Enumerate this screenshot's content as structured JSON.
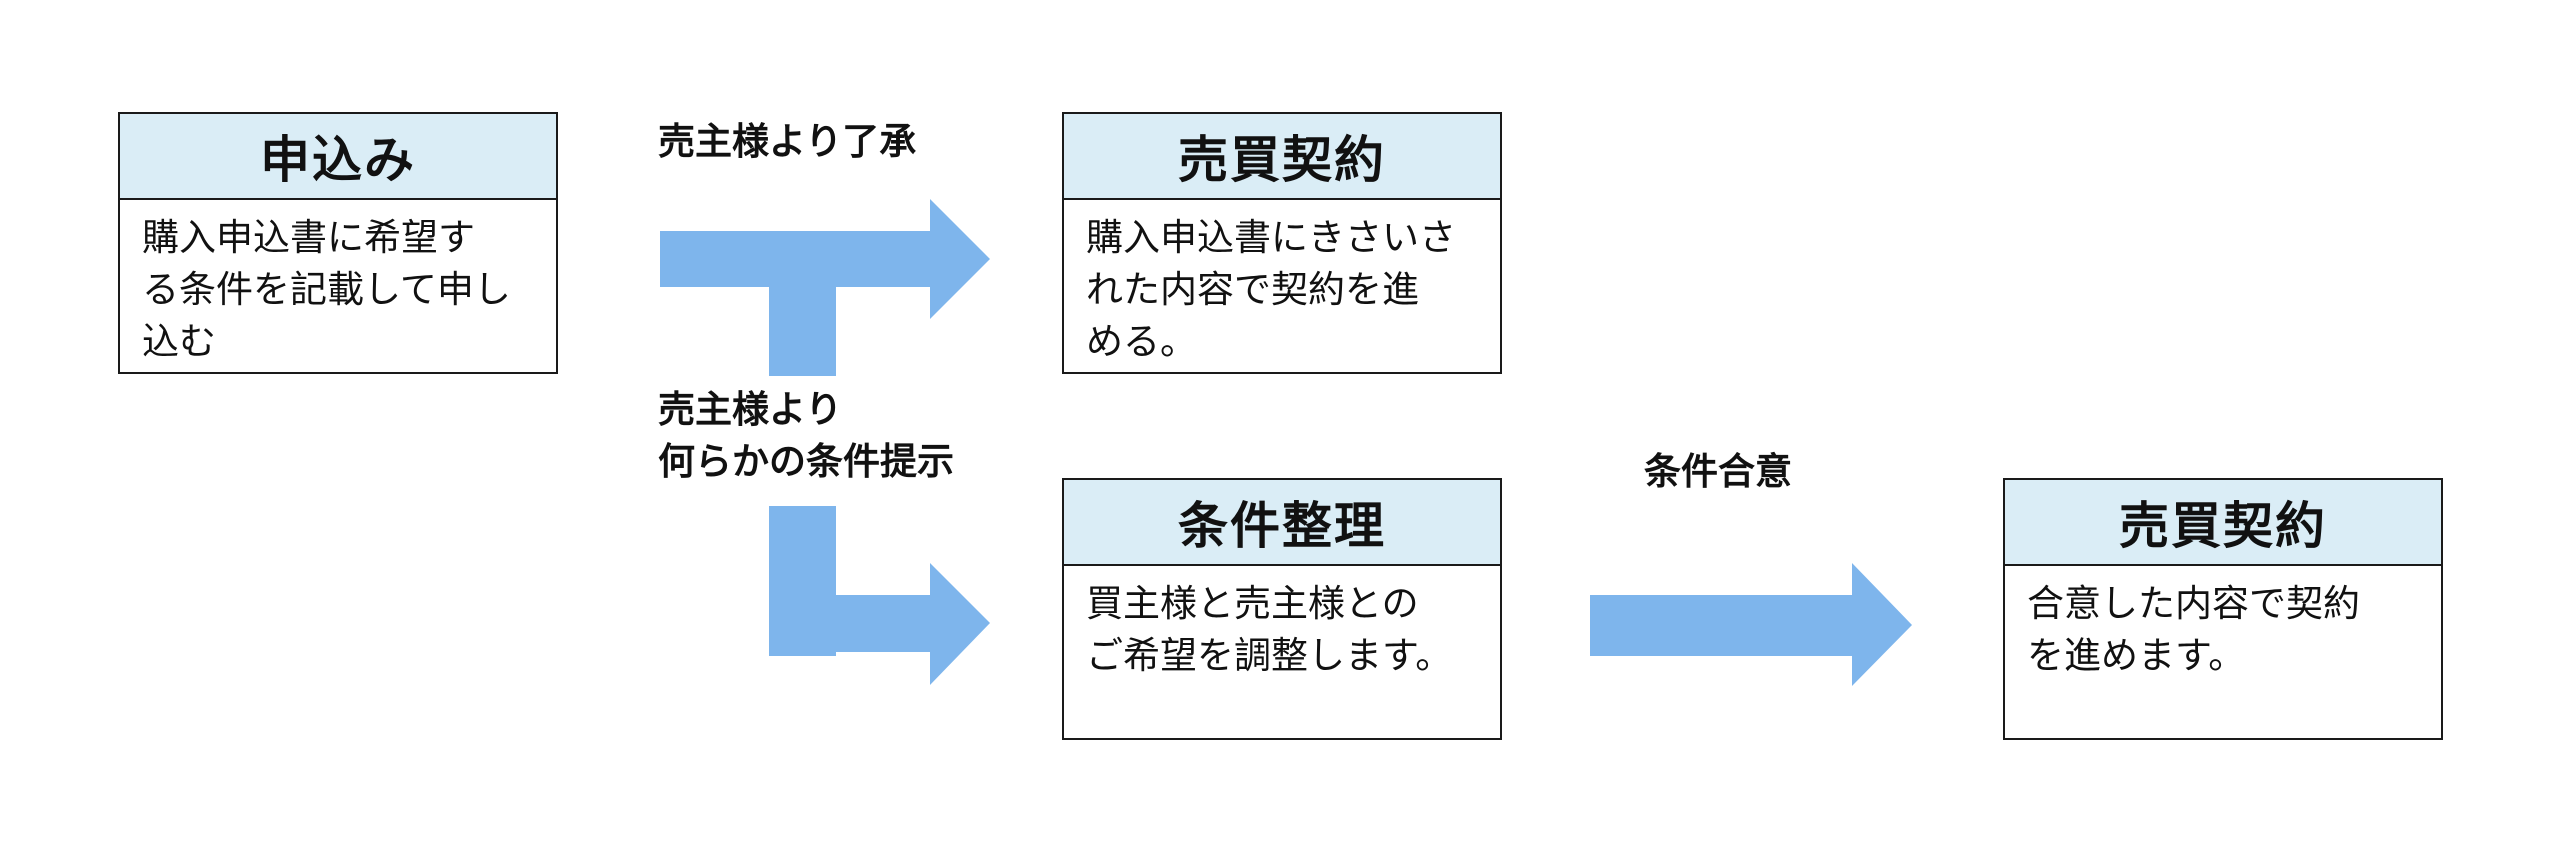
{
  "boxes": {
    "apply": {
      "title": "申込み",
      "body": "購入申込書に希望す\nる条件を記載して申し\n込む"
    },
    "contract_top": {
      "title": "売買契約",
      "body": "購入申込書にきさいさ\nれた内容で契約を進\nめる。"
    },
    "conditions": {
      "title": "条件整理",
      "body": "買主様と売主様との\nご希望を調整します。"
    },
    "contract_right": {
      "title": "売買契約",
      "body": "合意した内容で契約\nを進めます。"
    }
  },
  "labels": {
    "seller_approval": "売主様より了承",
    "seller_conditions": "売主様より\n何らかの条件提示",
    "agreement": "条件合意"
  },
  "colors": {
    "arrow": "#7eb5ec",
    "header_fill": "#daedf6",
    "border": "#1a1a1a"
  }
}
